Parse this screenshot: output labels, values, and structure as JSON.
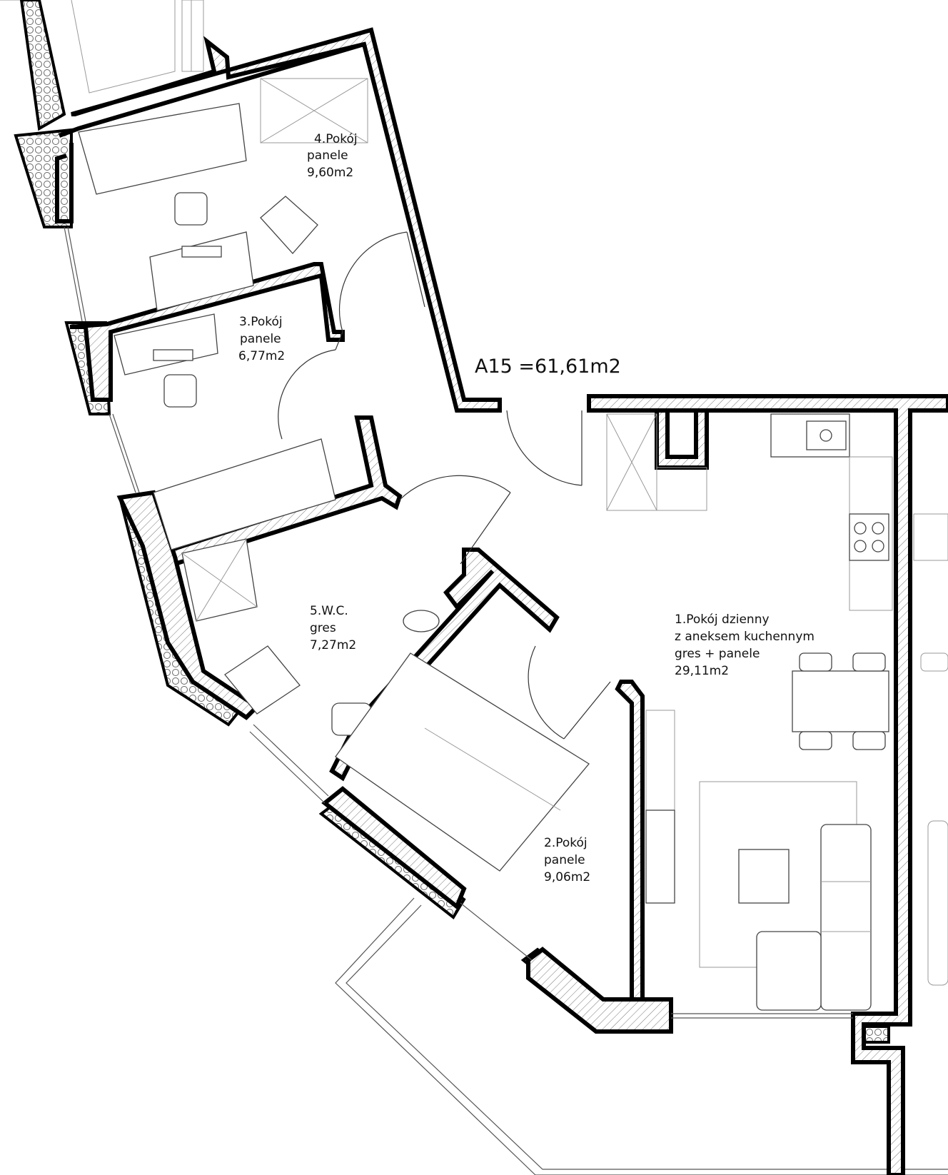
{
  "plan": {
    "apartment_area": "A15 =61,61m2",
    "rooms": [
      {
        "line1": "4.Pokój",
        "line2": "panele",
        "line3": "9,60m2",
        "line4": ""
      },
      {
        "line1": "3.Pokój",
        "line2": "panele",
        "line3": "6,77m2",
        "line4": ""
      },
      {
        "line1": "5.W.C.",
        "line2": "gres",
        "line3": "7,27m2",
        "line4": ""
      },
      {
        "line1": "1.Pokój dzienny",
        "line2": "z aneksem kuchennym",
        "line3": "gres + panele",
        "line4": "29,11m2"
      },
      {
        "line1": "2.Pokój",
        "line2": "panele",
        "line3": "9,06m2",
        "line4": ""
      }
    ]
  }
}
